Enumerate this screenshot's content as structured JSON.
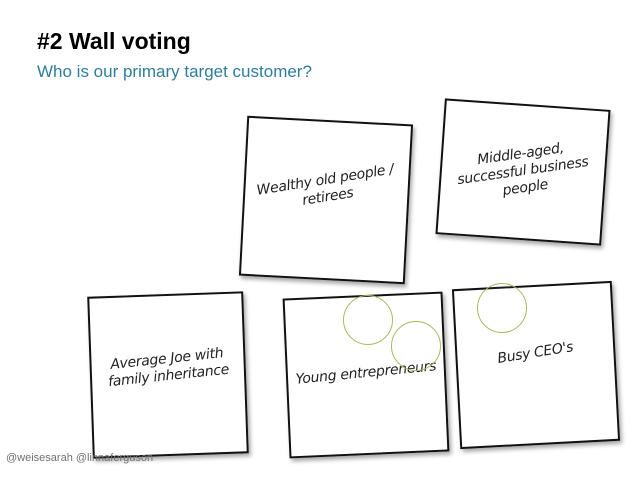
{
  "slide": {
    "title": "#2 Wall voting",
    "subtitle": "Who is our primary target customer?",
    "credit": "@weisesarah @linnaferguson",
    "accent_color": "#2e7d9a",
    "vote_color": "#a8b860"
  },
  "notes": [
    {
      "text": "Wealthy old people / retirees",
      "votes": 0
    },
    {
      "text": "Middle-aged, successful business people",
      "votes": 0
    },
    {
      "text": "Average Joe with family inheritance",
      "votes": 0
    },
    {
      "text": "Young entrepreneurs",
      "votes": 2
    },
    {
      "text": "Busy CEO's",
      "votes": 1
    }
  ]
}
